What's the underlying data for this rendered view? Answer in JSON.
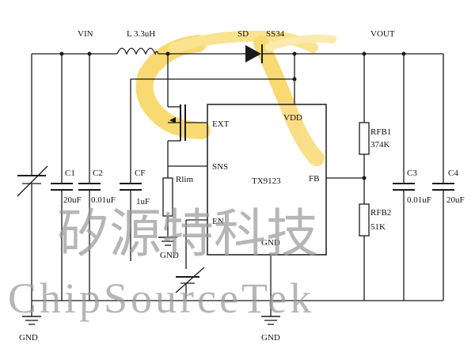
{
  "labels": {
    "vin": "VIN",
    "inductor": "L  3.3uH",
    "sd": "SD",
    "diode": "SS34",
    "vout": "VOUT",
    "vdd": "VDD",
    "ext": "EXT",
    "sns": "SNS",
    "en": "EN",
    "ic": "TX9123",
    "fb": "FB",
    "gnd_pin": "GND",
    "rlim": "Rlim",
    "c1": "C1",
    "c1_val": "20uF",
    "c2": "C2",
    "c2_val": "0.01uF",
    "cf": "CF",
    "cf_val": "1uF",
    "rfb1": "RFB1",
    "rfb1_val": "374K",
    "rfb2": "RFB2",
    "rfb2_val": "51K",
    "c3": "C3",
    "c3_val": "0.01uF",
    "c4": "C4",
    "c4_val": "20uF",
    "gnd_left": "GND",
    "gnd_mid": "GND",
    "gnd_bottom": "GND"
  },
  "watermark": {
    "chinese": "矽源特科技",
    "english": "ChipSourceTek"
  },
  "colors": {
    "logo_yellow": "#f7d35a",
    "wire": "#1a1a1a",
    "watermark": "#9a9a9a"
  }
}
